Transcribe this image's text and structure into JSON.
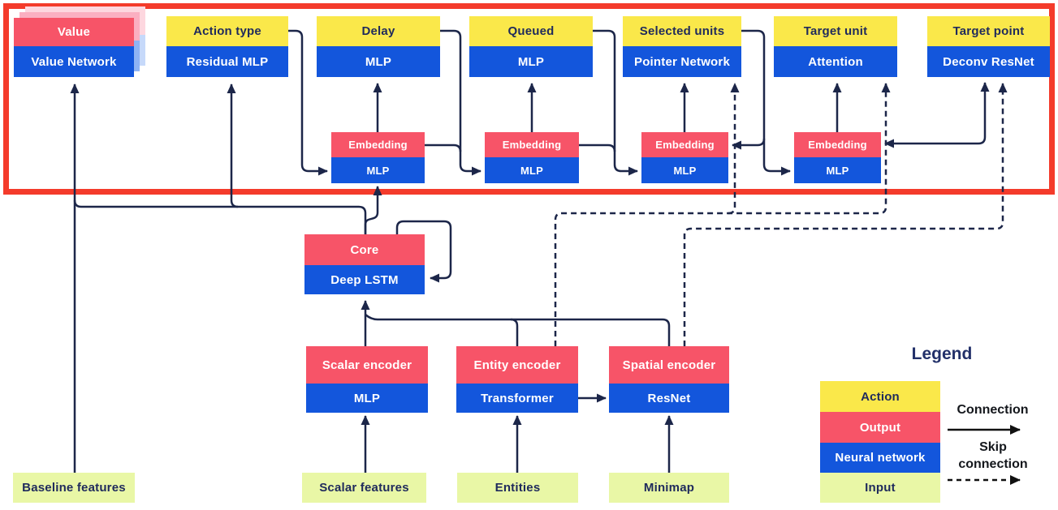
{
  "diagram": {
    "value_head": {
      "output_label": "Value",
      "network_label": "Value Network"
    },
    "heads": [
      {
        "action_label": "Action type",
        "network_label": "Residual MLP"
      },
      {
        "action_label": "Delay",
        "network_label": "MLP"
      },
      {
        "action_label": "Queued",
        "network_label": "MLP"
      },
      {
        "action_label": "Selected units",
        "network_label": "Pointer Network"
      },
      {
        "action_label": "Target unit",
        "network_label": "Attention"
      },
      {
        "action_label": "Target point",
        "network_label": "Deconv ResNet"
      }
    ],
    "embeddings": [
      {
        "output_label": "Embedding",
        "network_label": "MLP"
      },
      {
        "output_label": "Embedding",
        "network_label": "MLP"
      },
      {
        "output_label": "Embedding",
        "network_label": "MLP"
      },
      {
        "output_label": "Embedding",
        "network_label": "MLP"
      }
    ],
    "core": {
      "output_label": "Core",
      "network_label": "Deep LSTM"
    },
    "encoders": [
      {
        "output_label": "Scalar encoder",
        "network_label": "MLP"
      },
      {
        "output_label": "Entity encoder",
        "network_label": "Transformer"
      },
      {
        "output_label": "Spatial encoder",
        "network_label": "ResNet"
      }
    ],
    "inputs": [
      {
        "label": "Baseline features"
      },
      {
        "label": "Scalar features"
      },
      {
        "label": "Entities"
      },
      {
        "label": "Minimap"
      }
    ]
  },
  "legend": {
    "title": "Legend",
    "items": [
      {
        "label": "Action"
      },
      {
        "label": "Output"
      },
      {
        "label": "Neural network"
      },
      {
        "label": "Input"
      }
    ],
    "connection_label": "Connection",
    "skip_connection_label": "Skip connection"
  },
  "colors": {
    "action_yellow": "#fae84a",
    "output_pink": "#f75468",
    "network_blue": "#1356dc",
    "input_green": "#e9f7a6",
    "wire_navy": "#1c2649",
    "highlight_red": "#f43b2b",
    "text_navy": "#1f2a5c"
  }
}
